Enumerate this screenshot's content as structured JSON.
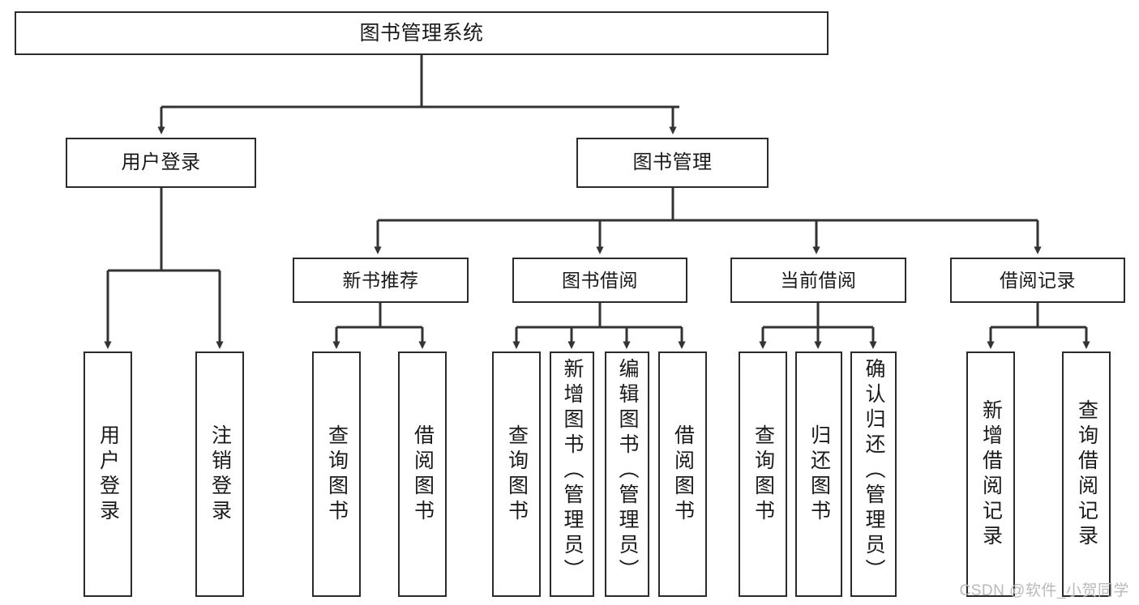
{
  "diagram": {
    "type": "hierarchy-tree",
    "title": "图书管理系统",
    "watermark": "CSDN @软件_小贺同学",
    "colors": {
      "box_border": "#2b2b2b",
      "box_fill": "#ffffff",
      "connector": "#333333",
      "text": "#1a1a1a",
      "watermark": "#b9b9b9"
    },
    "levels": {
      "root": {
        "label": "图书管理系统"
      },
      "level2": [
        {
          "id": "user-login",
          "label": "用户登录"
        },
        {
          "id": "book-management",
          "label": "图书管理"
        }
      ],
      "level3": [
        {
          "id": "new-book-recommend",
          "label": "新书推荐",
          "parent": "book-management"
        },
        {
          "id": "book-borrow",
          "label": "图书借阅",
          "parent": "book-management"
        },
        {
          "id": "current-borrow",
          "label": "当前借阅",
          "parent": "book-management"
        },
        {
          "id": "borrow-record",
          "label": "借阅记录",
          "parent": "book-management"
        }
      ],
      "leaves": [
        {
          "id": "leaf-user-login",
          "label": "用户登录",
          "parent": "user-login"
        },
        {
          "id": "leaf-user-logout",
          "label": "注销登录",
          "parent": "user-login"
        },
        {
          "id": "leaf-query-book-1",
          "label": "查询图书",
          "parent": "new-book-recommend"
        },
        {
          "id": "leaf-borrow-book-1",
          "label": "借阅图书",
          "parent": "new-book-recommend"
        },
        {
          "id": "leaf-query-book-2",
          "label": "查询图书",
          "parent": "book-borrow"
        },
        {
          "id": "leaf-add-book",
          "label": "新增图书（管理员）",
          "parent": "book-borrow"
        },
        {
          "id": "leaf-edit-book",
          "label": "编辑图书（管理员）",
          "parent": "book-borrow"
        },
        {
          "id": "leaf-borrow-book-2",
          "label": "借阅图书",
          "parent": "book-borrow"
        },
        {
          "id": "leaf-query-book-3",
          "label": "查询图书",
          "parent": "current-borrow"
        },
        {
          "id": "leaf-return-book",
          "label": "归还图书",
          "parent": "current-borrow"
        },
        {
          "id": "leaf-confirm-return",
          "label": "确认归还（管理员）",
          "parent": "current-borrow"
        },
        {
          "id": "leaf-add-record",
          "label": "新增借阅记录",
          "parent": "borrow-record"
        },
        {
          "id": "leaf-query-record",
          "label": "查询借阅记录",
          "parent": "borrow-record"
        }
      ]
    }
  }
}
